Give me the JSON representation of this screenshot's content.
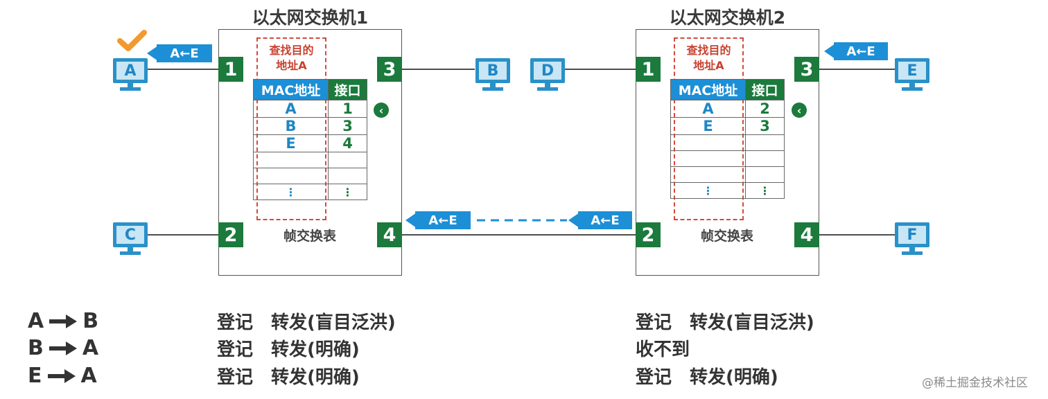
{
  "switches": [
    {
      "title": "以太网交换机1",
      "lookup_line1": "查找目的",
      "lookup_line2": "地址A",
      "header_mac": "MAC地址",
      "header_port": "接口",
      "rows": [
        {
          "mac": "A",
          "port": "1"
        },
        {
          "mac": "B",
          "port": "3"
        },
        {
          "mac": "E",
          "port": "4"
        },
        {
          "mac": "",
          "port": ""
        },
        {
          "mac": "",
          "port": ""
        },
        {
          "mac": "⋮",
          "port": "⋮"
        }
      ],
      "caption": "帧交换表",
      "ports": [
        "1",
        "2",
        "3",
        "4"
      ]
    },
    {
      "title": "以太网交换机2",
      "lookup_line1": "查找目的",
      "lookup_line2": "地址A",
      "header_mac": "MAC地址",
      "header_port": "接口",
      "rows": [
        {
          "mac": "A",
          "port": "2"
        },
        {
          "mac": "E",
          "port": "3"
        },
        {
          "mac": "",
          "port": ""
        },
        {
          "mac": "",
          "port": ""
        },
        {
          "mac": "",
          "port": ""
        },
        {
          "mac": "⋮",
          "port": "⋮"
        }
      ],
      "caption": "帧交换表",
      "ports": [
        "1",
        "2",
        "3",
        "4"
      ]
    }
  ],
  "hosts": {
    "A": "A",
    "B": "B",
    "C": "C",
    "D": "D",
    "E": "E",
    "F": "F"
  },
  "frames": {
    "at_A": "A←E",
    "at_E": "A←E",
    "sw1_port4": "A←E",
    "sw2_port2": "A←E"
  },
  "flows": [
    {
      "from": "A",
      "to": "B",
      "sw1": "登记　转发(盲目泛洪)",
      "sw2": "登记　转发(盲目泛洪)"
    },
    {
      "from": "B",
      "to": "A",
      "sw1": "登记　转发(明确)",
      "sw2": "收不到"
    },
    {
      "from": "E",
      "to": "A",
      "sw1": "登记　转发(明确)",
      "sw2": "登记　转发(明确)"
    }
  ],
  "watermark": "@稀土掘金技术社区",
  "colors": {
    "port_green": "#1b7a3c",
    "frame_blue": "#1d8fd6",
    "check_orange": "#f29a2e",
    "lookup_red": "#d24a3c"
  }
}
